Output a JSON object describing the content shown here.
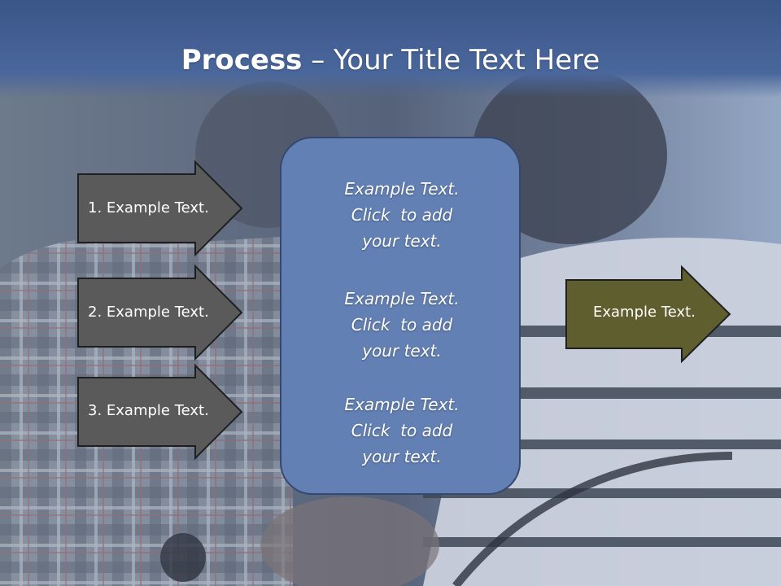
{
  "slide": {
    "title_bold": "Process",
    "title_rest": " – Your Title Text Here",
    "left_arrows": [
      {
        "label": "1. Example Text."
      },
      {
        "label": "2. Example Text."
      },
      {
        "label": "3. Example Text."
      }
    ],
    "center_box": {
      "blocks": [
        {
          "line1": "Example Text.",
          "line2": "Click  to add",
          "line3": "your text."
        },
        {
          "line1": "Example Text.",
          "line2": "Click  to add",
          "line3": "your text."
        },
        {
          "line1": "Example Text.",
          "line2": "Click  to add",
          "line3": "your text."
        }
      ]
    },
    "right_arrow": {
      "label": "Example Text."
    }
  },
  "colors": {
    "title_bar": "#3a5587",
    "left_arrow_fill": "#5a5a5a",
    "center_box_fill": "#6380b4",
    "right_arrow_fill": "#5f5e2e"
  }
}
